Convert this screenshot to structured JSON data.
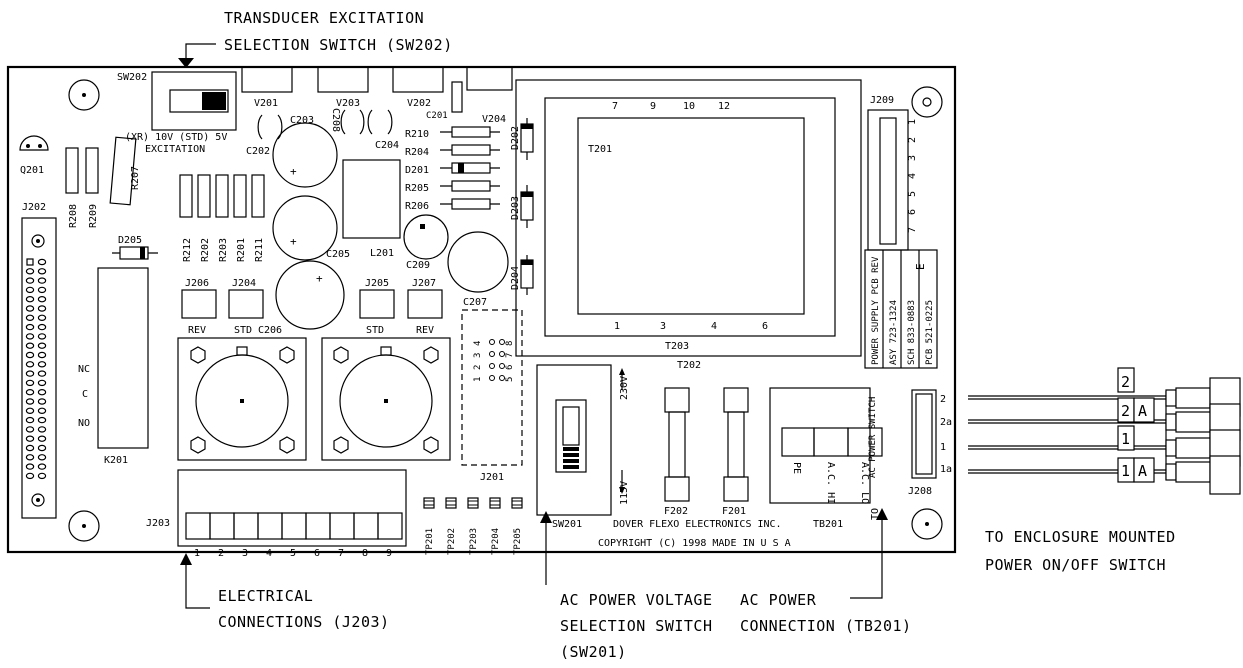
{
  "callouts": {
    "transducer_switch": [
      "TRANSDUCER EXCITATION",
      "SELECTION SWITCH (SW202)"
    ],
    "electrical_connections": [
      "ELECTRICAL",
      "CONNECTIONS (J203)"
    ],
    "ac_voltage_switch": [
      "AC POWER VOLTAGE",
      "SELECTION SWITCH",
      "(SW201)"
    ],
    "ac_power_connection": [
      "AC POWER",
      "CONNECTION (TB201)"
    ],
    "enclosure_switch": [
      "TO ENCLOSURE MOUNTED",
      "POWER ON/OFF SWITCH"
    ]
  },
  "board": {
    "sw202": "SW202",
    "excitation_top": "(XR) 10V  (STD) 5V",
    "excitation": "EXCITATION",
    "q201": "Q201",
    "j202": "J202",
    "v201": "V201",
    "v203": "V203",
    "v202": "V202",
    "v204": "V204",
    "c201": "C201",
    "c202": "C202",
    "c203": "C203",
    "c204": "C204",
    "c205": "C205",
    "c206": "C206",
    "c207": "C207",
    "c208": "C208",
    "c209": "C209",
    "r207": "R207",
    "r208": "R208",
    "r209": "R209",
    "d205": "D205",
    "r212": "R212",
    "r202": "R202",
    "r203": "R203",
    "r201": "R201",
    "r211": "R211",
    "r210": "R210",
    "r204": "R204",
    "d201": "D201",
    "r205": "R205",
    "r206": "R206",
    "d202": "D202",
    "d203": "D203",
    "d204": "D204",
    "l201": "L201",
    "t201": "T201",
    "t203": "T203",
    "t202": "T202",
    "transformer_top_pins": [
      "7",
      "9",
      "10",
      "12"
    ],
    "transformer_bottom_pins": [
      "1",
      "3",
      "4",
      "6"
    ],
    "j209": "J209",
    "j209_pins": [
      "1",
      "2",
      "3",
      "4",
      "5",
      "6",
      "7"
    ],
    "label_block": [
      "POWER SUPPLY PCB REV",
      "ASY 723-1324",
      "SCH 833-0883",
      "PCB 521-0225"
    ],
    "rev_letter": "E",
    "j208": "J208",
    "j204": "J204",
    "j205": "J205",
    "j206": "J206",
    "j207": "J207",
    "rev_left": "REV",
    "std_left": "STD",
    "std_right": "STD",
    "rev_right": "REV",
    "k201": "K201",
    "nc": "NC",
    "c": "C",
    "no": "NO",
    "j201": "J201",
    "j201_pins_a": [
      "1",
      "2",
      "3",
      "4"
    ],
    "j201_pins_b": [
      "5",
      "6",
      "7",
      "8"
    ],
    "j203": "J203",
    "j203_pins": [
      "1",
      "2",
      "3",
      "4",
      "5",
      "6",
      "7",
      "8",
      "9"
    ],
    "test_points": [
      "TP201",
      "TP202",
      "TP203",
      "TP204",
      "TP205"
    ],
    "sw201": "SW201",
    "v230": "230V",
    "v115": "115V",
    "f202": "F202",
    "f201": "F201",
    "tb201": "TB201",
    "tb_terms": [
      "PE",
      "A.C. HI",
      "A.C. LO"
    ],
    "ac_power_switch": "AC POWER SWITCH",
    "to": "TO",
    "j208_pins": [
      "2",
      "2a",
      "1",
      "1a"
    ],
    "manufacturer": "DOVER FLEXO ELECTRONICS INC.",
    "copyright": "COPYRIGHT (C) 1998  MADE IN  U S A"
  },
  "wires": {
    "tags": [
      "2",
      "2",
      "A",
      "1",
      "1",
      "A"
    ]
  }
}
